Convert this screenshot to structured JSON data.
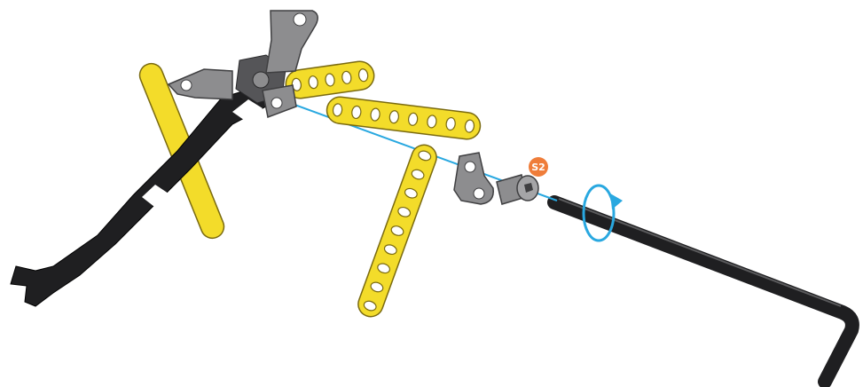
{
  "scene": {
    "type": "assembly-instruction",
    "background": "#ffffff"
  },
  "parts": [
    {
      "id": "wrench",
      "icon": "open-end-wrench"
    },
    {
      "id": "nut",
      "icon": "hex-nut"
    },
    {
      "id": "angle-bracket-top",
      "icon": "angle-bracket"
    },
    {
      "id": "beam-upper",
      "icon": "perforated-beam",
      "holes": 5
    },
    {
      "id": "beam-middle",
      "icon": "perforated-beam",
      "holes": 8
    },
    {
      "id": "beam-lower",
      "icon": "perforated-beam",
      "holes": 9
    },
    {
      "id": "angle-bracket-right",
      "icon": "angle-bracket"
    },
    {
      "id": "screw",
      "icon": "hex-socket-screw"
    },
    {
      "id": "hex-key",
      "icon": "hex-key"
    }
  ],
  "labels": {
    "screw_tag": "S2"
  },
  "colors": {
    "beam": "#f3dc2a",
    "beam_stroke": "#7a6a10",
    "metal": "#8d8d8f",
    "metal_dark": "#555558",
    "tool": "#1f1f21",
    "guide_line": "#29a8e0",
    "tag": "#ef7d3a"
  }
}
